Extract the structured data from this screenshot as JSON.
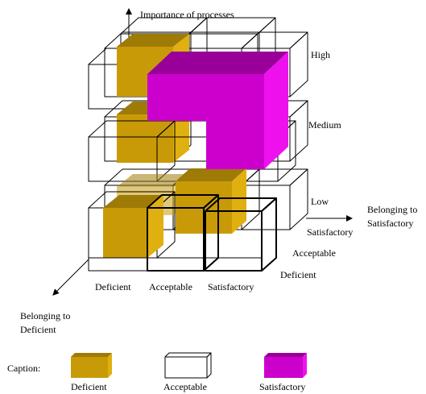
{
  "axes": {
    "vertical_title": "Importance of processes",
    "right_title_line1": "Belonging to",
    "right_title_line2": "Satisfactory",
    "left_title_line1": "Belonging to",
    "left_title_line2": "Deficient"
  },
  "levels": [
    "High",
    "Medium",
    "Low"
  ],
  "depth_labels": [
    "Satisfactory",
    "Acceptable",
    "Deficient"
  ],
  "front_labels": [
    "Deficient",
    "Acceptable",
    "Satisfactory"
  ],
  "caption": {
    "title": "Caption:",
    "items": [
      {
        "label": "Deficient",
        "color": "#c99a08"
      },
      {
        "label": "Acceptable",
        "color": "#ffffff"
      },
      {
        "label": "Satisfactory",
        "color": "#cc00cc"
      }
    ]
  },
  "colors": {
    "deficient_front": "#c99a08",
    "deficient_top": "#9e7a06",
    "deficient_side": "#e0b010",
    "satisfactory_front": "#cc00cc",
    "satisfactory_top": "#990099",
    "satisfactory_side": "#ee11ee"
  }
}
